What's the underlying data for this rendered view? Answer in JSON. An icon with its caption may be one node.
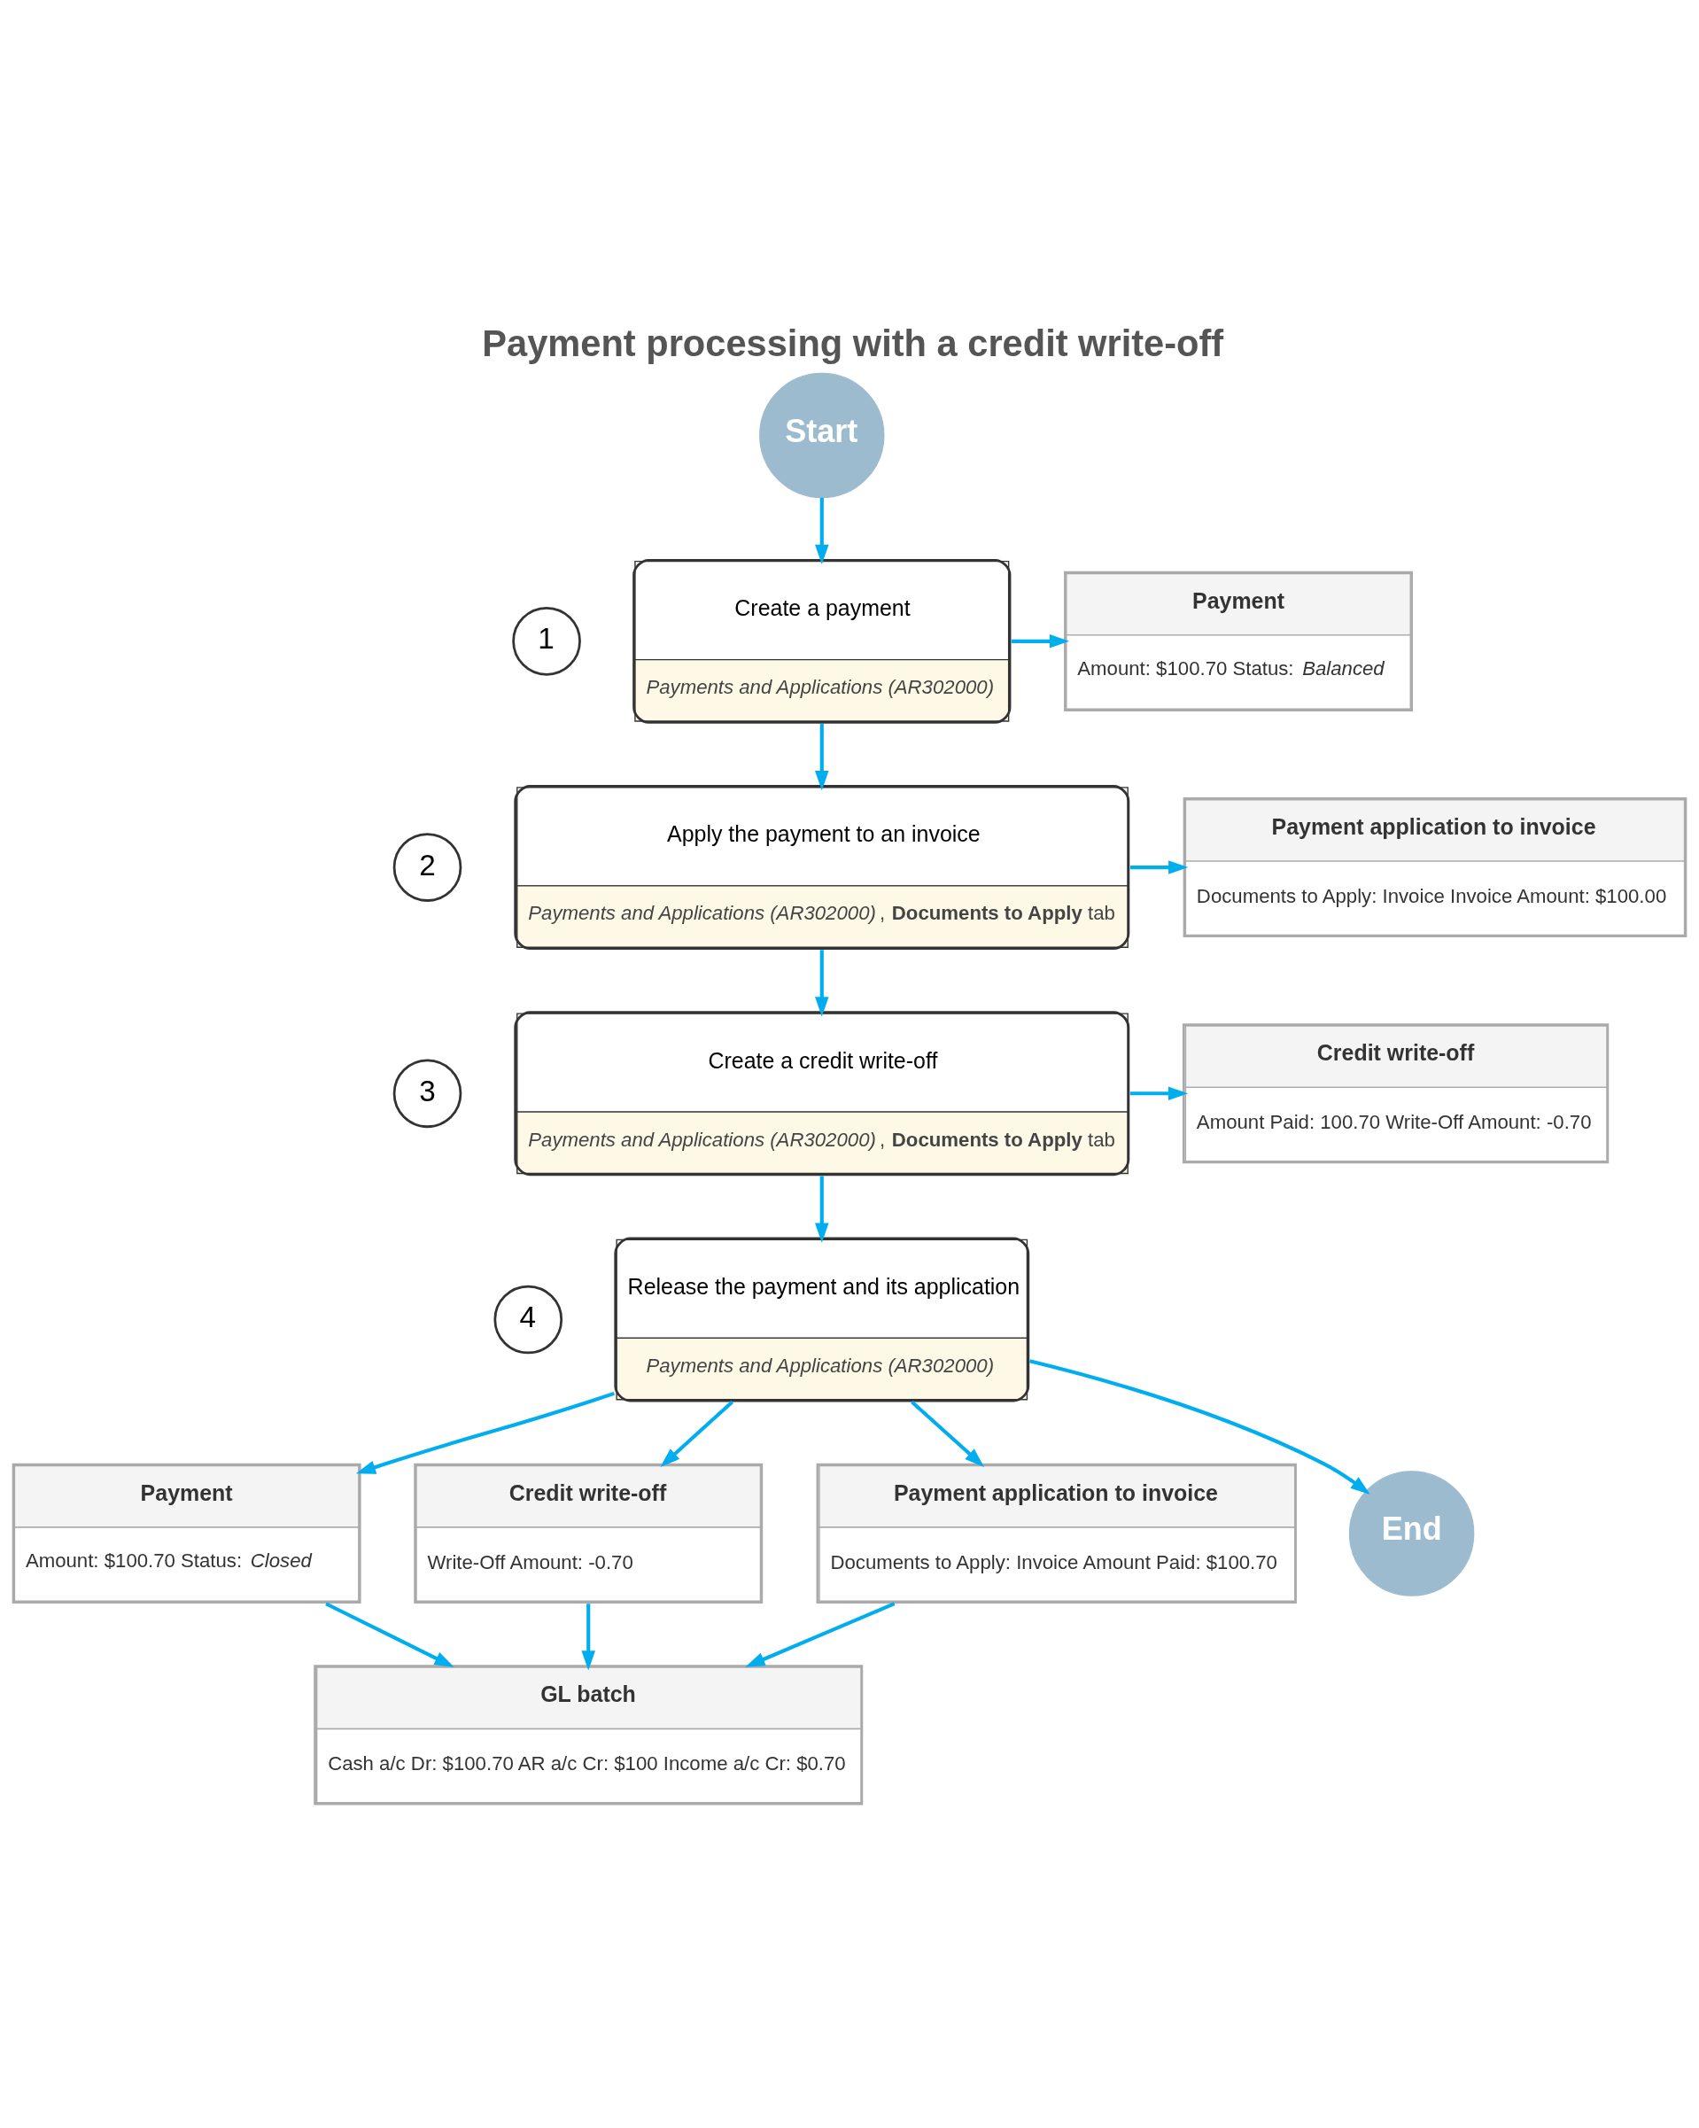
{
  "diagram": {
    "title": "Payment processing with a credit write-off",
    "nodes": [
      {
        "text": [
          "Start"
        ]
      },
      {
        "text": [
          "1"
        ]
      },
      {
        "text": [
          "Create a payment",
          "Payments and Applications (AR302000)"
        ]
      },
      {
        "text": [
          "Payment",
          "Amount: $100.70 Status: *Balanced*"
        ]
      },
      {
        "text": [
          "2"
        ]
      },
      {
        "text": [
          "Apply the payment to an invoice",
          "*Payments and Applications (AR302000)*, **Documents to Apply** tab"
        ]
      },
      {
        "text": [
          "Payment application to invoice",
          "Documents to Apply: Invoice Invoice Amount: $100.00"
        ]
      },
      {
        "text": [
          "3"
        ]
      },
      {
        "text": [
          "Create a credit write-off",
          "*Payments and Applications (AR302000)*, **Documents to Apply** tab"
        ]
      },
      {
        "text": [
          "Credit write-off",
          "Amount Paid: 100.70 Write-Off Amount: -0.70"
        ]
      },
      {
        "text": [
          "4"
        ]
      },
      {
        "text": [
          "Release the payment and its application",
          "Payments and Applications (AR302000)"
        ]
      },
      {
        "text": [
          "Payment",
          "Amount: $100.70 Status: *Closed*"
        ]
      },
      {
        "text": [
          "Credit write-off",
          "Write-Off Amount: -0.70"
        ]
      },
      {
        "text": [
          "Payment application to invoice",
          "Documents to Apply: Invoice Amount Paid: $100.70"
        ]
      },
      {
        "text": [
          "GL batch",
          "Cash a/c Dr: $100.70 AR a/c Cr: $100 Income a/c Cr: $0.70"
        ]
      },
      {
        "text": [
          "End"
        ]
      }
    ],
    "edges": [
      {
        "from": 0,
        "to": 2,
        "arrow": "to"
      },
      {
        "from": 2,
        "to": 3,
        "arrow": "to"
      },
      {
        "from": 2,
        "to": 5,
        "arrow": "to"
      },
      {
        "from": 5,
        "to": 6,
        "arrow": "to"
      },
      {
        "from": 5,
        "to": 8,
        "arrow": "to"
      },
      {
        "from": 8,
        "to": 9,
        "arrow": "to"
      },
      {
        "from": 8,
        "to": 11,
        "arrow": "to"
      },
      {
        "from": 11,
        "to": 12,
        "arrow": "to"
      },
      {
        "from": 11,
        "to": 13,
        "arrow": "to"
      },
      {
        "from": 11,
        "to": 14,
        "arrow": "to"
      },
      {
        "from": 12,
        "to": 15,
        "arrow": "to"
      },
      {
        "from": 13,
        "to": 15,
        "arrow": "to"
      },
      {
        "from": 14,
        "to": 15,
        "arrow": "to"
      },
      {
        "from": 11,
        "to": 16,
        "arrow": "to"
      }
    ]
  }
}
